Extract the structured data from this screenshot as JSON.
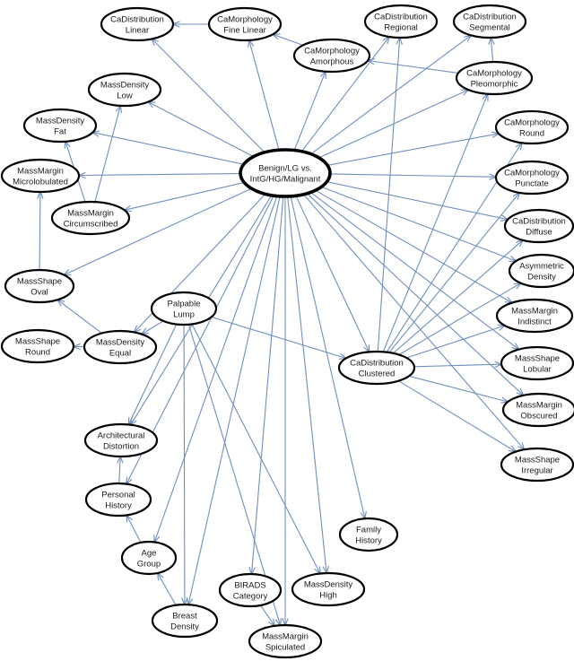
{
  "nodes": [
    {
      "id": "center",
      "lines": [
        "Benign/LG vs.",
        "IntG/HG/Malignant"
      ]
    },
    {
      "id": "ca-dist-linear",
      "lines": [
        "CaDistribution",
        "Linear"
      ]
    },
    {
      "id": "ca-morph-fine-linear",
      "lines": [
        "CaMorphology",
        "Fine Linear"
      ]
    },
    {
      "id": "ca-dist-regional",
      "lines": [
        "CaDistribution",
        "Regional"
      ]
    },
    {
      "id": "ca-dist-segmental",
      "lines": [
        "CaDistribution",
        "Segmental"
      ]
    },
    {
      "id": "ca-morph-amorphous",
      "lines": [
        "CaMorphology",
        "Amorphous"
      ]
    },
    {
      "id": "ca-morph-pleomorphic",
      "lines": [
        "CaMorphology",
        "Pleomorphic"
      ]
    },
    {
      "id": "mass-density-low",
      "lines": [
        "MassDensity",
        "Low"
      ]
    },
    {
      "id": "mass-density-fat",
      "lines": [
        "MassDensity",
        "Fat"
      ]
    },
    {
      "id": "ca-morph-round",
      "lines": [
        "CaMorphology",
        "Round"
      ]
    },
    {
      "id": "mass-margin-microlobulated",
      "lines": [
        "MassMargin",
        "Microlobulated"
      ]
    },
    {
      "id": "ca-morph-punctate",
      "lines": [
        "CaMorphology",
        "Punctate"
      ]
    },
    {
      "id": "mass-margin-circumscribed",
      "lines": [
        "MassMargin",
        "Circumscribed"
      ]
    },
    {
      "id": "ca-dist-diffuse",
      "lines": [
        "CaDistribution",
        "Diffuse"
      ]
    },
    {
      "id": "asymmetric-density",
      "lines": [
        "Asymmetric",
        "Density"
      ]
    },
    {
      "id": "mass-shape-oval",
      "lines": [
        "MassShape",
        "Oval"
      ]
    },
    {
      "id": "palpable-lump",
      "lines": [
        "Palpable",
        "Lump"
      ]
    },
    {
      "id": "mass-margin-indistinct",
      "lines": [
        "MassMargin",
        "Indistinct"
      ]
    },
    {
      "id": "mass-shape-round",
      "lines": [
        "MassShape",
        "Round"
      ]
    },
    {
      "id": "mass-density-equal",
      "lines": [
        "MassDensity",
        "Equal"
      ]
    },
    {
      "id": "ca-dist-clustered",
      "lines": [
        "CaDistribution",
        "Clustered"
      ]
    },
    {
      "id": "mass-shape-lobular",
      "lines": [
        "MassShape",
        "Lobular"
      ]
    },
    {
      "id": "mass-margin-obscured",
      "lines": [
        "MassMargin",
        "Obscured"
      ]
    },
    {
      "id": "architectural-distortion",
      "lines": [
        "Architectural",
        "Distortion"
      ]
    },
    {
      "id": "mass-shape-irregular",
      "lines": [
        "MassShape",
        "Irregular"
      ]
    },
    {
      "id": "personal-history",
      "lines": [
        "Personal",
        "History"
      ]
    },
    {
      "id": "family-history",
      "lines": [
        "Family",
        "History"
      ]
    },
    {
      "id": "age-group",
      "lines": [
        "Age",
        "Group"
      ]
    },
    {
      "id": "birads-category",
      "lines": [
        "BIRADS",
        "Category"
      ]
    },
    {
      "id": "mass-density-high",
      "lines": [
        "MassDensity",
        "High"
      ]
    },
    {
      "id": "breast-density",
      "lines": [
        "Breast",
        "Density"
      ]
    },
    {
      "id": "mass-margin-spiculated",
      "lines": [
        "MassMargin",
        "Spiculated"
      ]
    }
  ],
  "edges": [
    [
      "center",
      "ca-dist-linear"
    ],
    [
      "center",
      "ca-morph-fine-linear"
    ],
    [
      "center",
      "ca-dist-regional"
    ],
    [
      "center",
      "ca-dist-segmental"
    ],
    [
      "center",
      "ca-morph-amorphous"
    ],
    [
      "center",
      "ca-morph-pleomorphic"
    ],
    [
      "center",
      "mass-density-low"
    ],
    [
      "center",
      "mass-density-fat"
    ],
    [
      "center",
      "mass-margin-microlobulated"
    ],
    [
      "center",
      "mass-margin-circumscribed"
    ],
    [
      "center",
      "mass-shape-oval"
    ],
    [
      "center",
      "mass-density-equal"
    ],
    [
      "center",
      "ca-morph-round"
    ],
    [
      "center",
      "ca-morph-punctate"
    ],
    [
      "center",
      "ca-dist-diffuse"
    ],
    [
      "center",
      "asymmetric-density"
    ],
    [
      "center",
      "mass-margin-indistinct"
    ],
    [
      "center",
      "mass-shape-lobular"
    ],
    [
      "center",
      "mass-margin-obscured"
    ],
    [
      "center",
      "mass-shape-irregular"
    ],
    [
      "center",
      "ca-dist-clustered"
    ],
    [
      "center",
      "architectural-distortion"
    ],
    [
      "center",
      "personal-history"
    ],
    [
      "center",
      "age-group"
    ],
    [
      "center",
      "breast-density"
    ],
    [
      "center",
      "birads-category"
    ],
    [
      "center",
      "mass-margin-spiculated"
    ],
    [
      "center",
      "mass-density-high"
    ],
    [
      "center",
      "family-history"
    ],
    [
      "ca-morph-fine-linear",
      "ca-dist-linear"
    ],
    [
      "ca-morph-amorphous",
      "ca-morph-fine-linear"
    ],
    [
      "ca-morph-pleomorphic",
      "ca-dist-segmental"
    ],
    [
      "ca-morph-pleomorphic",
      "ca-morph-amorphous"
    ],
    [
      "mass-margin-circumscribed",
      "mass-density-low"
    ],
    [
      "mass-margin-circumscribed",
      "mass-density-fat"
    ],
    [
      "mass-shape-oval",
      "mass-margin-microlobulated"
    ],
    [
      "mass-density-equal",
      "mass-shape-oval"
    ],
    [
      "mass-density-equal",
      "mass-shape-round"
    ],
    [
      "palpable-lump",
      "mass-density-equal"
    ],
    [
      "palpable-lump",
      "ca-dist-clustered"
    ],
    [
      "palpable-lump",
      "architectural-distortion"
    ],
    [
      "palpable-lump",
      "breast-density"
    ],
    [
      "palpable-lump",
      "mass-density-high"
    ],
    [
      "palpable-lump",
      "mass-margin-spiculated"
    ],
    [
      "personal-history",
      "architectural-distortion"
    ],
    [
      "age-group",
      "personal-history"
    ],
    [
      "breast-density",
      "age-group"
    ],
    [
      "birads-category",
      "mass-margin-spiculated"
    ],
    [
      "ca-dist-clustered",
      "ca-dist-regional"
    ],
    [
      "ca-dist-clustered",
      "ca-morph-round"
    ],
    [
      "ca-dist-clustered",
      "ca-morph-punctate"
    ],
    [
      "ca-dist-clustered",
      "ca-dist-diffuse"
    ],
    [
      "ca-dist-clustered",
      "asymmetric-density"
    ],
    [
      "ca-dist-clustered",
      "mass-margin-indistinct"
    ],
    [
      "ca-dist-clustered",
      "mass-shape-lobular"
    ],
    [
      "ca-dist-clustered",
      "mass-margin-obscured"
    ],
    [
      "ca-dist-clustered",
      "mass-shape-irregular"
    ],
    [
      "ca-dist-clustered",
      "ca-morph-pleomorphic"
    ]
  ]
}
